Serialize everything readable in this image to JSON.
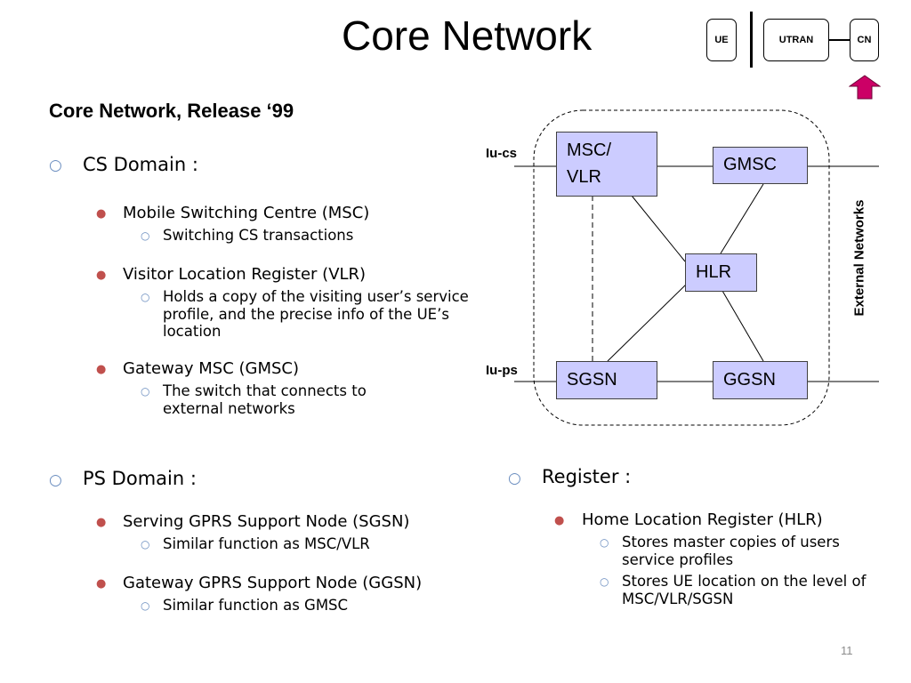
{
  "title": "Core Network",
  "subtitle": "Core Network, Release ‘99",
  "page_number": "11",
  "arch_nav": {
    "ue": "UE",
    "utran": "UTRAN",
    "cn": "CN",
    "arrow_color": "#cc0066"
  },
  "cs_domain": {
    "heading": "CS Domain :",
    "items": [
      {
        "label": "Mobile Switching Centre (MSC)",
        "sub": [
          "Switching CS transactions"
        ]
      },
      {
        "label": "Visitor Location Register (VLR)",
        "sub": [
          "Holds a copy of the visiting user’s service profile, and the precise info of the UE’s location"
        ]
      },
      {
        "label": "Gateway MSC (GMSC)",
        "sub": [
          "The switch that connects to external networks"
        ]
      }
    ]
  },
  "ps_domain": {
    "heading": "PS Domain :",
    "items": [
      {
        "label": "Serving GPRS Support Node (SGSN)",
        "sub": [
          "Similar function as MSC/VLR"
        ]
      },
      {
        "label": "Gateway GPRS Support Node (GGSN)",
        "sub": [
          "Similar function as GMSC"
        ]
      }
    ]
  },
  "register": {
    "heading": "Register :",
    "items": [
      {
        "label": "Home Location Register (HLR)",
        "sub": [
          "Stores master copies of users service profiles",
          "Stores UE location on the level of MSC/VLR/SGSN"
        ]
      }
    ]
  },
  "diagram": {
    "msc_vlr_line1": "MSC/",
    "msc_vlr_line2": "VLR",
    "gmsc": "GMSC",
    "hlr": "HLR",
    "sgsn": "SGSN",
    "ggsn": "GGSN",
    "iu_cs": "Iu-cs",
    "iu_ps": "Iu-ps",
    "external_networks": "External Networks",
    "node_fill": "#ccccff"
  }
}
